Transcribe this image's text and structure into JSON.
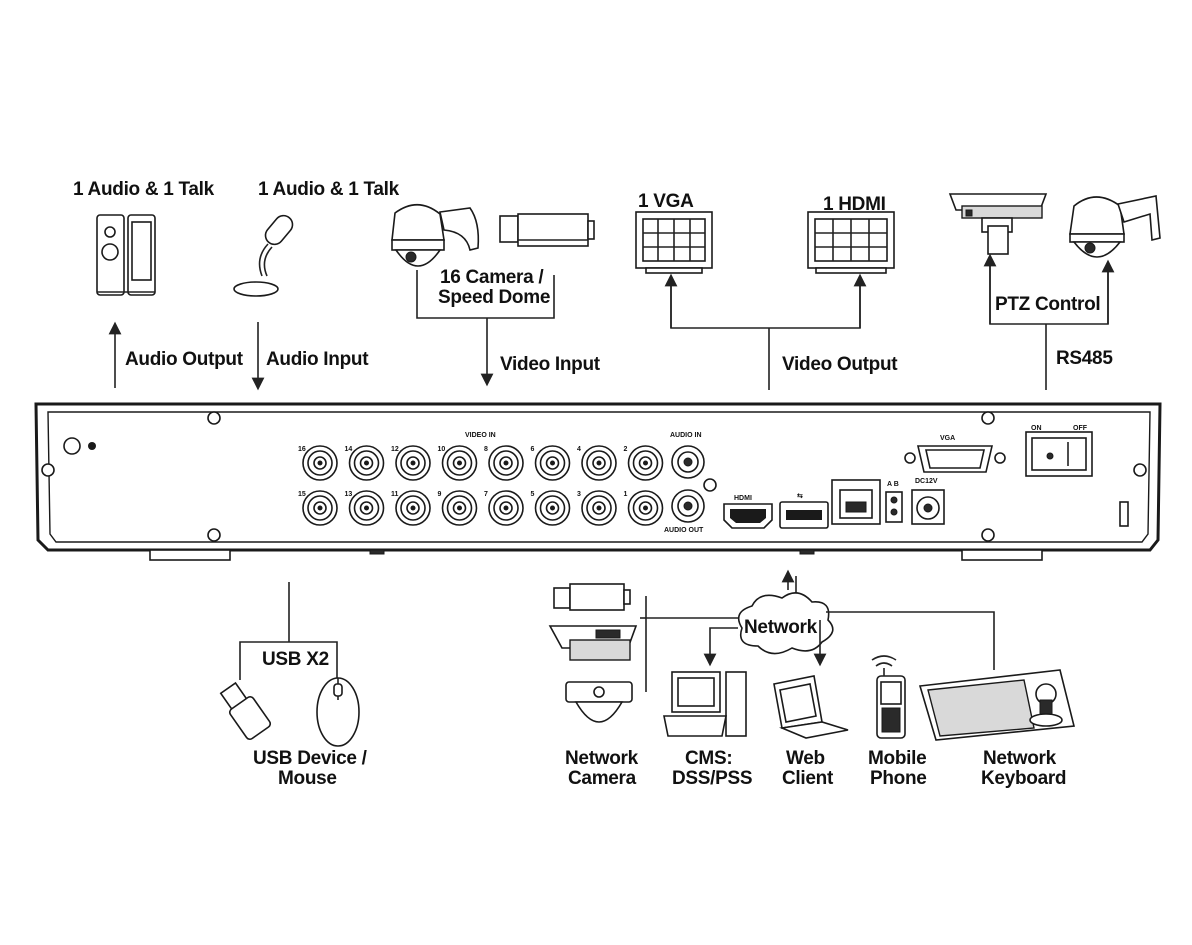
{
  "labels": {
    "audio_talk_left": "1 Audio  & 1 Talk",
    "audio_talk_right": "1 Audio & 1 Talk",
    "camera_line1": "16  Camera /",
    "camera_line2": "Speed Dome",
    "vga": "1 VGA",
    "hdmi": "1 HDMI",
    "ptz_control": "PTZ Control",
    "audio_output": "Audio  Output",
    "audio_input": "Audio  Input",
    "video_input": "Video Input",
    "video_output": "Video Output",
    "rs485": "RS485",
    "usb_x2": "USB X2",
    "usb_device_line1": "USB Device /",
    "usb_device_line2": "Mouse",
    "network": "Network",
    "network_camera_line1": "Network",
    "network_camera_line2": "Camera",
    "cms_line1": "CMS:",
    "cms_line2": "DSS/PSS",
    "web_line1": "Web",
    "web_line2": "Client",
    "mobile_line1": "Mobile",
    "mobile_line2": "Phone",
    "keyboard_line1": "Network",
    "keyboard_line2": "Keyboard"
  },
  "panel": {
    "video_in": "VIDEO IN",
    "audio_in": "AUDIO IN",
    "audio_out": "AUDIO OUT",
    "vga": "VGA",
    "hdmi": "HDMI",
    "on": "ON",
    "off": "OFF",
    "ab": "A B",
    "dc": "DC12V",
    "top_ports": [
      "16",
      "14",
      "12",
      "10",
      "8",
      "6",
      "4",
      "2"
    ],
    "bottom_ports": [
      "15",
      "13",
      "11",
      "9",
      "7",
      "5",
      "3",
      "1"
    ]
  }
}
